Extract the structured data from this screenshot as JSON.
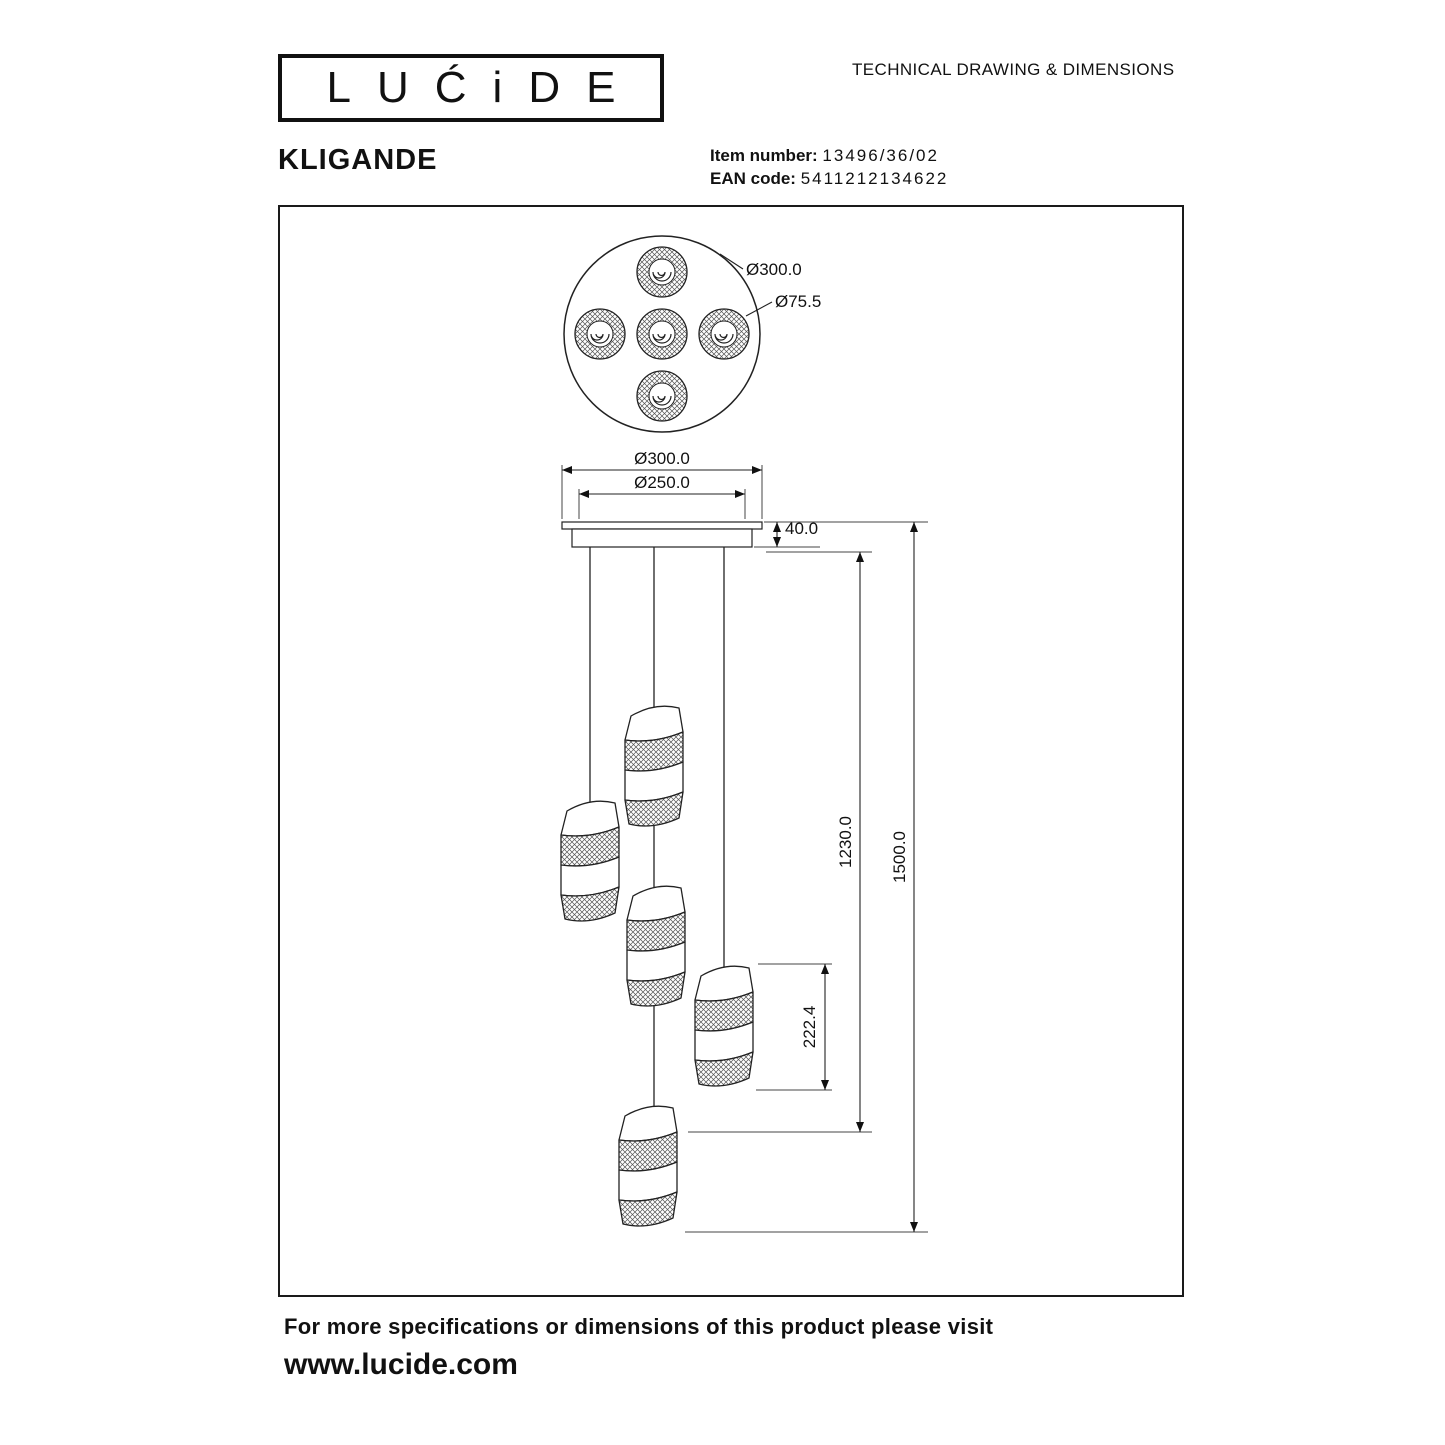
{
  "header": {
    "logo_text": "LUĆiDE",
    "doc_title": "TECHNICAL DRAWING & DIMENSIONS",
    "product_name": "KLIGANDE",
    "item_number": {
      "label": "Item number:",
      "value": "13496/36/02"
    },
    "ean": {
      "label": "EAN code:",
      "value": "5411212134622"
    }
  },
  "drawing": {
    "top_view": {
      "outer_diameter": "Ø300.0",
      "lamp_diameter": "Ø75.5"
    },
    "front_view": {
      "canopy_outer_diameter": "Ø300.0",
      "canopy_inner_diameter": "Ø250.0",
      "canopy_height": "40.0",
      "wire_drop": "1230.0",
      "total_height": "1500.0",
      "lamp_height": "222.4"
    }
  },
  "footer": {
    "note": "For more specifications or dimensions of this product please visit",
    "website": "www.lucide.com"
  }
}
